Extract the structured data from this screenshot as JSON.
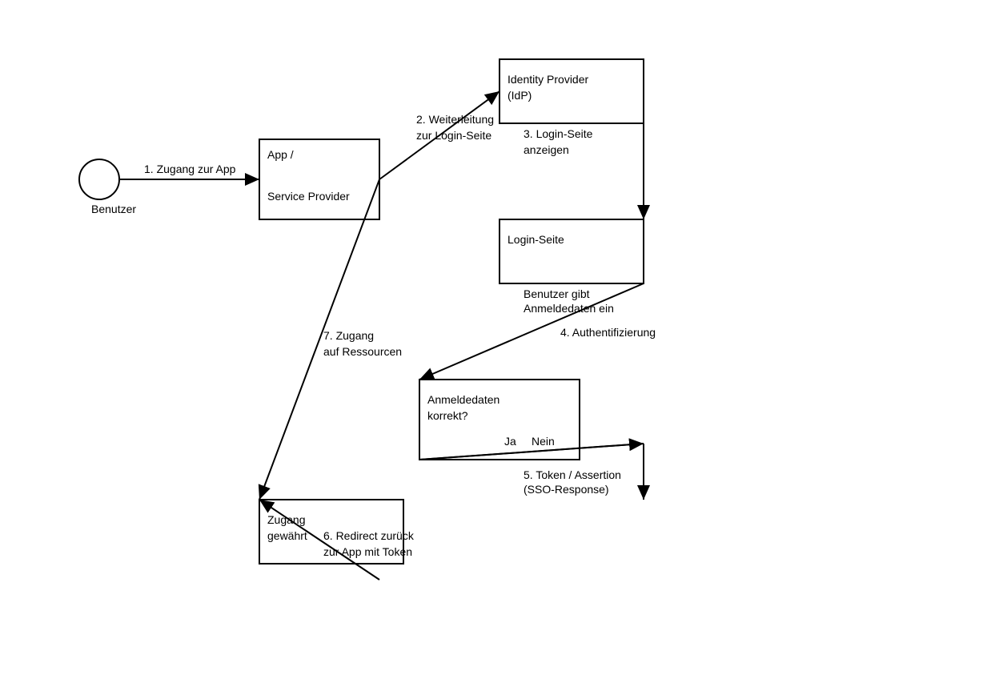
{
  "diagram": {
    "nodes": {
      "user": {
        "label": "Benutzer",
        "shape": "circle"
      },
      "app": {
        "lines": [
          "App /",
          "Service Provider"
        ],
        "shape": "rect"
      },
      "idp": {
        "lines": [
          "Identity Provider",
          "(IdP)"
        ],
        "shape": "rect"
      },
      "login": {
        "lines": [
          "Login-Seite"
        ],
        "shape": "rect"
      },
      "check": {
        "lines": [
          "Anmeldedaten",
          "korrekt?"
        ],
        "shape": "rect"
      },
      "granted": {
        "lines": [
          "Zugang",
          "gewährt"
        ],
        "shape": "rect"
      }
    },
    "edges": {
      "e1": {
        "lines": [
          "1. Zugang zur App"
        ]
      },
      "e2": {
        "lines": [
          "2. Weiterleitung",
          "zur Login-Seite"
        ]
      },
      "e3": {
        "lines": [
          "3. Login-Seite",
          "anzeigen"
        ]
      },
      "e_input": {
        "lines": [
          "Benutzer gibt",
          "Anmeldedaten ein"
        ]
      },
      "e4": {
        "lines": [
          "4. Authentifizierung"
        ]
      },
      "e_yes": {
        "lines": [
          "Ja"
        ]
      },
      "e_no": {
        "lines": [
          "Nein"
        ]
      },
      "e5": {
        "lines": [
          "5. Token / Assertion",
          "(SSO-Response)"
        ]
      },
      "e6": {
        "lines": [
          "6. Redirect zurück",
          "zur App mit Token"
        ]
      },
      "e7": {
        "lines": [
          "7. Zugang",
          "auf Ressourcen"
        ]
      }
    },
    "colors": {
      "stroke": "#000000",
      "background": "#ffffff"
    }
  }
}
